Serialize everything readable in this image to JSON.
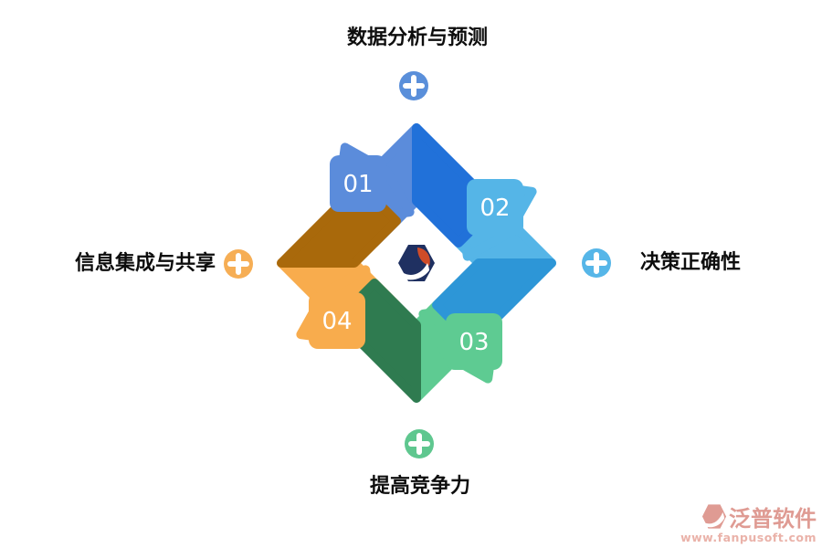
{
  "diagram": {
    "title_implicit": "",
    "steps": [
      {
        "number": "01",
        "label": "数据分析与预测",
        "position": "top",
        "color": "#5b8cdb",
        "dark_color": "#2171d9",
        "plus_color": "#5a8fda"
      },
      {
        "number": "02",
        "label": "决策正确性",
        "position": "right",
        "color": "#55b5e7",
        "dark_color": "#2d96d7",
        "plus_color": "#56b6e8"
      },
      {
        "number": "03",
        "label": "提高竞争力",
        "position": "bottom",
        "color": "#5ecb92",
        "dark_color": "#2f7b50",
        "plus_color": "#5fc78f"
      },
      {
        "number": "04",
        "label": "信息集成与共享",
        "position": "left",
        "color": "#f8ac4d",
        "dark_color": "#a9690b",
        "plus_color": "#f6ae55"
      }
    ],
    "center_logo": {
      "name": "fanpu-logo",
      "navy": "#1f3061",
      "accent": "#cf4c28"
    }
  },
  "watermark": {
    "brand": "泛普软件",
    "url": "www.fanpusoft.com",
    "brand_color": "#df9b93",
    "url_color": "#eab2a9"
  }
}
